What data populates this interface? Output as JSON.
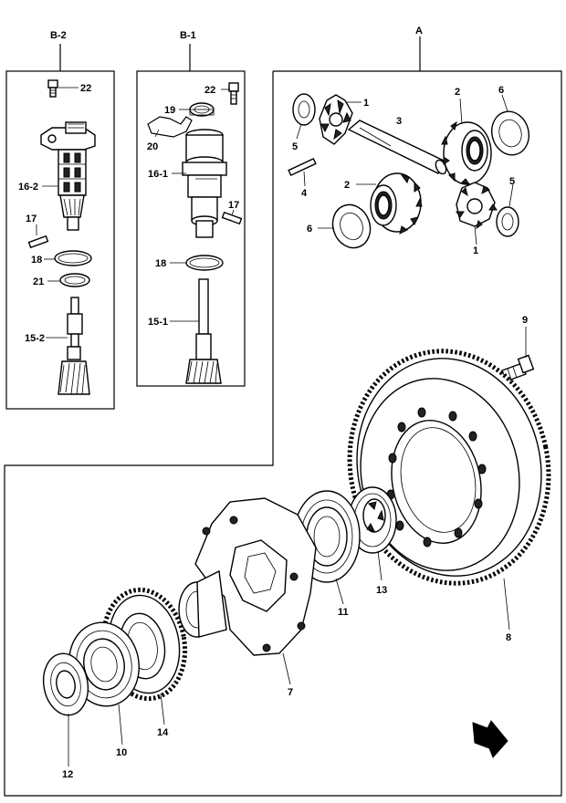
{
  "groups": {
    "B2": "B-2",
    "B1": "B-1",
    "A": "A"
  },
  "callouts": {
    "b2_bolt": "22",
    "b2_pinion": "16-2",
    "b2_pin": "17",
    "b2_oring": "18",
    "b2_washer": "21",
    "b2_shaft": "15-2",
    "b1_bolt": "22",
    "b1_seal": "19",
    "b1_clip": "20",
    "b1_pinion": "16-1",
    "b1_pin": "17",
    "b1_oring": "18",
    "b1_shaft": "15-1",
    "a_pinion_top": "1",
    "a_washer_top": "5",
    "a_shaft": "3",
    "a_pin": "4",
    "a_side_gear_left": "2",
    "a_washer_left": "6",
    "a_side_gear_right": "2",
    "a_washer_right": "6",
    "a_washer_lower": "5",
    "a_pinion_lower": "1",
    "bolt": "9",
    "ring_gear": "8",
    "seal_ring": "13",
    "bearing_right": "11",
    "case": "7",
    "drive_gear": "14",
    "bearing_left": "10",
    "oil_seal": "12"
  }
}
